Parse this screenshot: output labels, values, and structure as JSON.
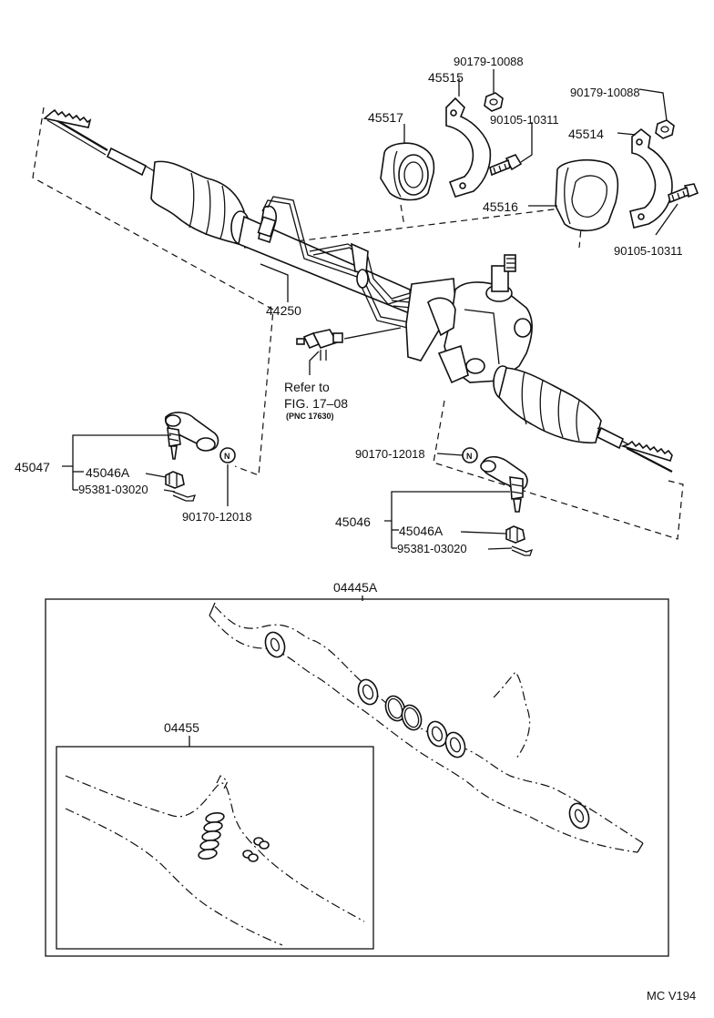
{
  "labels": {
    "p_90179_top": "90179-10088",
    "p_45515": "45515",
    "p_45517": "45517",
    "p_90105_mid": "90105-10311",
    "p_90179_right": "90179-10088",
    "p_45514": "45514",
    "p_45516": "45516",
    "p_90105_right": "90105-10311",
    "p_44250": "44250",
    "refer_line1": "Refer to",
    "refer_line2": "FIG. 17–08",
    "refer_line3": "(PNC 17630)",
    "p_45047": "45047",
    "p_45046A_left": "45046A",
    "p_95381_left": "95381-03020",
    "p_90170_left": "90170-12018",
    "p_90170_right": "90170-12018",
    "p_45046": "45046",
    "p_45046A_right": "45046A",
    "p_95381_right": "95381-03020",
    "p_04445A": "04445A",
    "p_04455": "04455",
    "nut_letter": "N",
    "diagram_code": "MC V194"
  }
}
